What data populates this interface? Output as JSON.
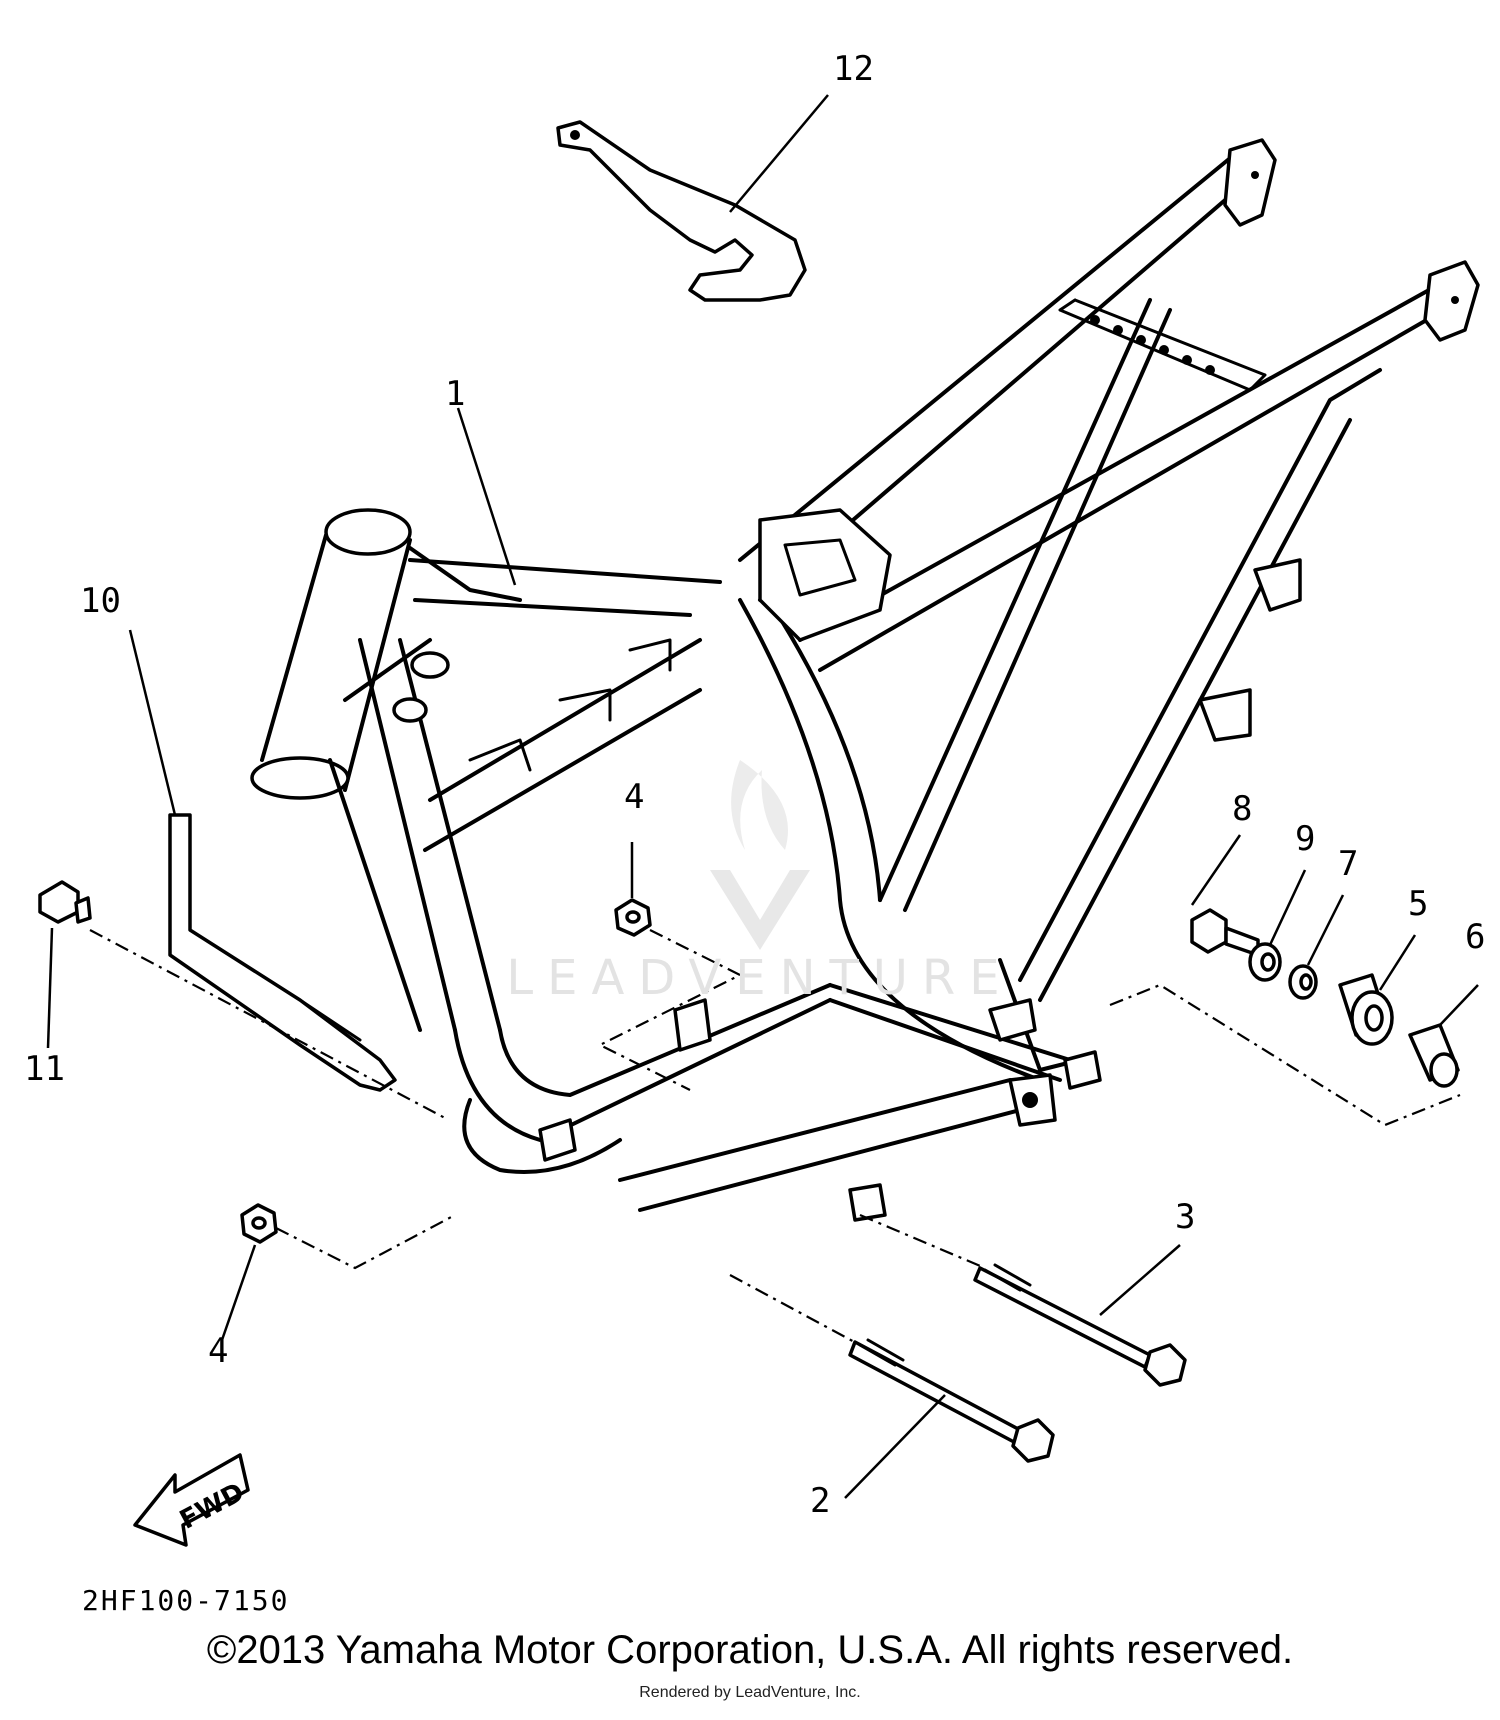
{
  "diagram": {
    "callouts": {
      "c1": "1",
      "c2": "2",
      "c3": "3",
      "c4a": "4",
      "c4b": "4",
      "c5": "5",
      "c6": "6",
      "c7": "7",
      "c8": "8",
      "c9": "9",
      "c10": "10",
      "c11": "11",
      "c12": "12"
    },
    "fwd_label": "FWD",
    "diagram_code": "2HF100-7150"
  },
  "watermark": {
    "text": "LEADVENTURE"
  },
  "footer": {
    "copyright": "©2013 Yamaha Motor Corporation, U.S.A. All rights reserved.",
    "rendered_by": "Rendered by LeadVenture, Inc."
  }
}
